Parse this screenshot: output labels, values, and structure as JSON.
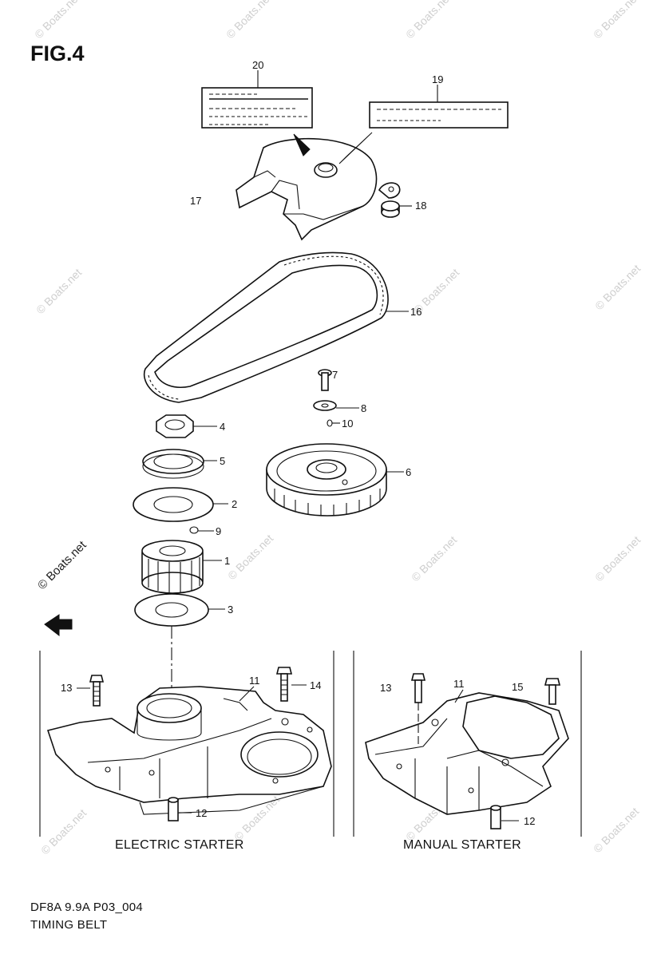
{
  "figure": {
    "title": "FIG.4",
    "code": "DF8A 9.9A P03_004",
    "name": "TIMING BELT"
  },
  "sections": {
    "electric": "ELECTRIC STARTER",
    "manual": "MANUAL STARTER"
  },
  "watermark": "© Boats.net",
  "parts": [
    {
      "id": "p1",
      "label": "1"
    },
    {
      "id": "p2",
      "label": "2"
    },
    {
      "id": "p3",
      "label": "3"
    },
    {
      "id": "p4",
      "label": "4"
    },
    {
      "id": "p5",
      "label": "5"
    },
    {
      "id": "p6",
      "label": "6"
    },
    {
      "id": "p7",
      "label": "7"
    },
    {
      "id": "p8",
      "label": "8"
    },
    {
      "id": "p9",
      "label": "9"
    },
    {
      "id": "p10",
      "label": "10"
    },
    {
      "id": "p11a",
      "label": "11"
    },
    {
      "id": "p11b",
      "label": "11"
    },
    {
      "id": "p12a",
      "label": "12"
    },
    {
      "id": "p12b",
      "label": "12"
    },
    {
      "id": "p13a",
      "label": "13"
    },
    {
      "id": "p13b",
      "label": "13"
    },
    {
      "id": "p14",
      "label": "14"
    },
    {
      "id": "p15",
      "label": "15"
    },
    {
      "id": "p16",
      "label": "16"
    },
    {
      "id": "p17",
      "label": "17"
    },
    {
      "id": "p18",
      "label": "18"
    },
    {
      "id": "p19",
      "label": "19"
    },
    {
      "id": "p20",
      "label": "20"
    }
  ]
}
